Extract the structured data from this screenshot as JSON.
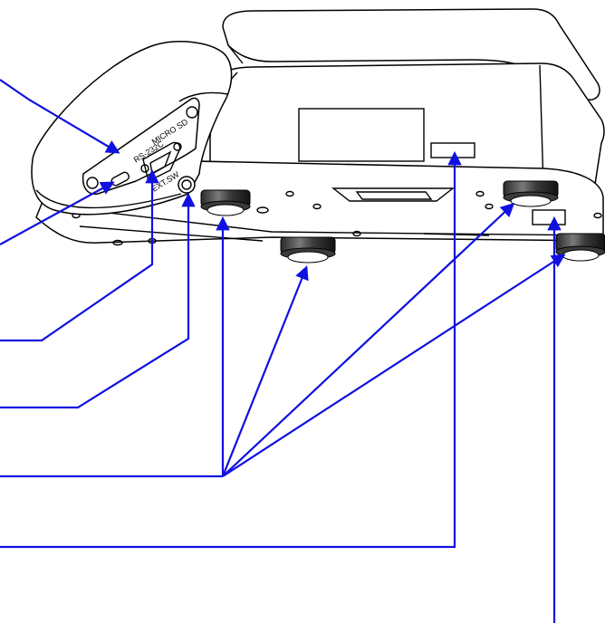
{
  "labels": {
    "micro_sd": "MICRO SD",
    "rs232c": "RS-232C",
    "ext_sw": "EXT.SW"
  },
  "colors": {
    "leader": "#1010e0",
    "outline": "#000000",
    "knob_dark": "#1a1a1a",
    "knob_mid": "#6a6a6a"
  },
  "icons": [
    "arrow-head-icon",
    "foot-knob-icon"
  ]
}
